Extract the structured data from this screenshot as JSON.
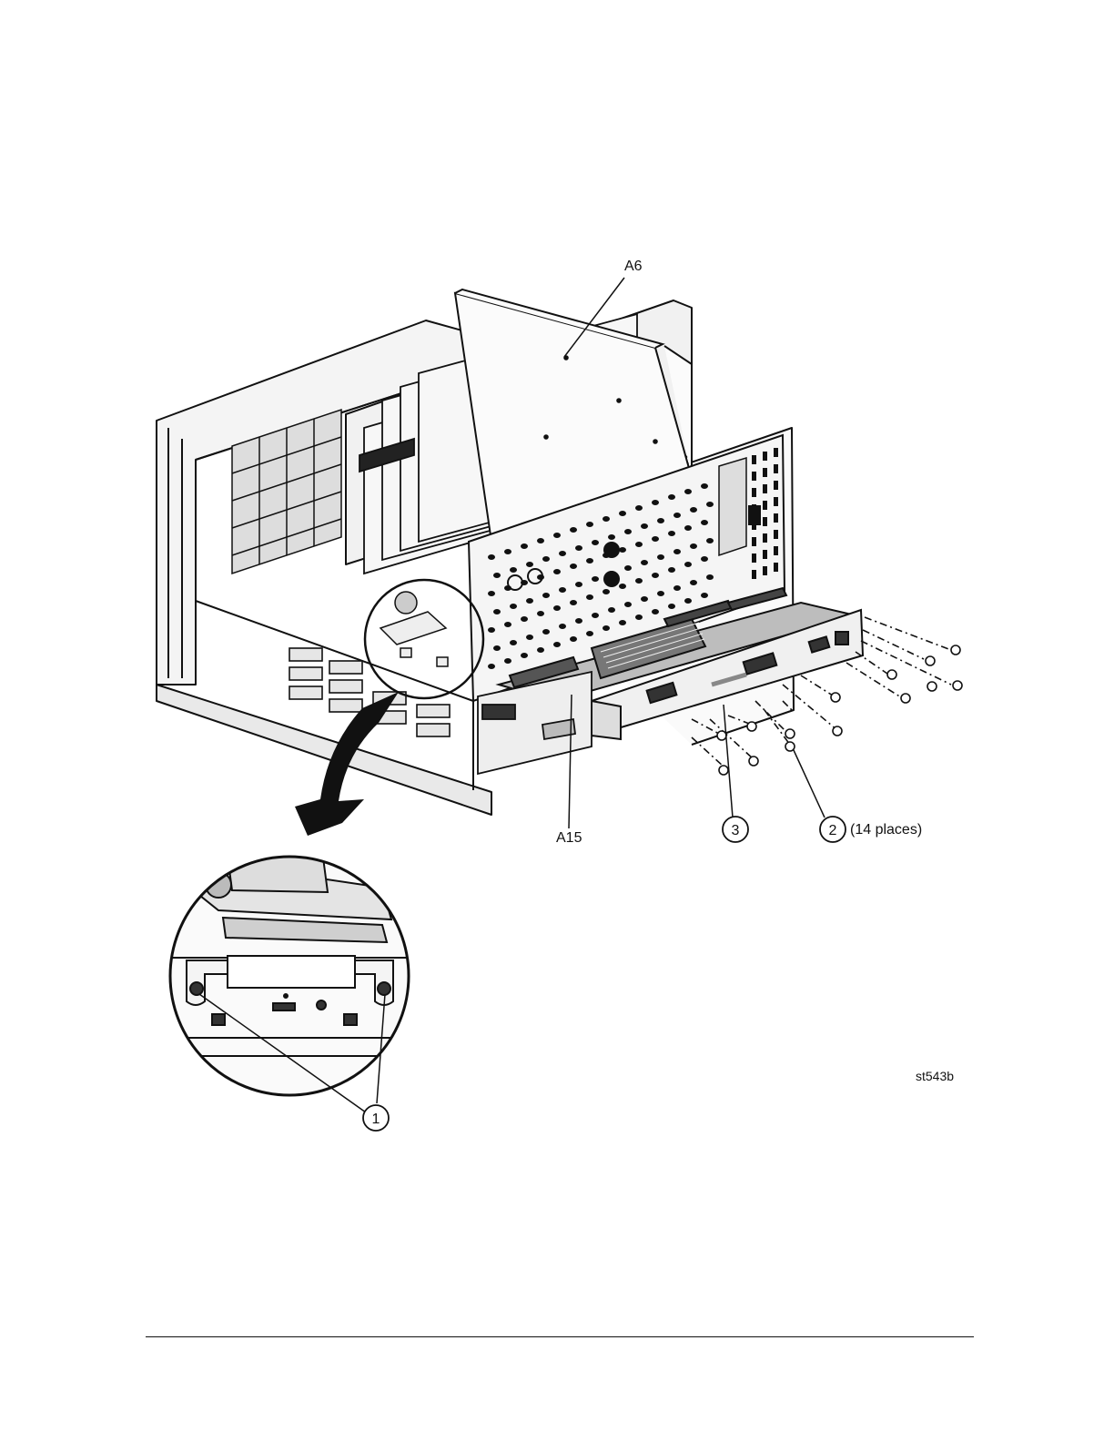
{
  "figure": {
    "callouts": {
      "a6": "A6",
      "a15": "A15",
      "item1": "1",
      "item2": "2",
      "item2_note": "(14 places)",
      "item3": "3"
    },
    "figure_id": "st543b"
  }
}
